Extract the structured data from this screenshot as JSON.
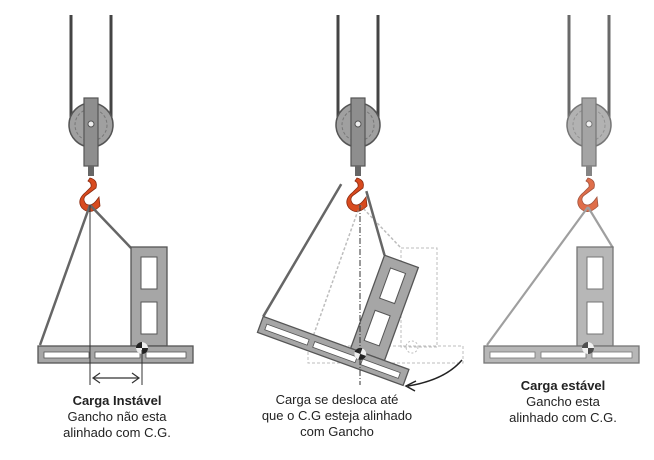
{
  "colors": {
    "steel": "#9a9a9a",
    "outline": "#555555",
    "hook": "#d84a1e",
    "light": "#b8b8b8"
  },
  "panels": [
    {
      "title": "Carga Instável",
      "lines": [
        "Gancho não esta",
        "alinhado com C.G."
      ]
    },
    {
      "title": "",
      "lines": [
        "Carga se desloca até",
        "que o C.G esteja alinhado",
        "com Gancho"
      ]
    },
    {
      "title": "Carga estável",
      "lines": [
        "Gancho esta",
        "alinhado com C.G."
      ]
    }
  ]
}
